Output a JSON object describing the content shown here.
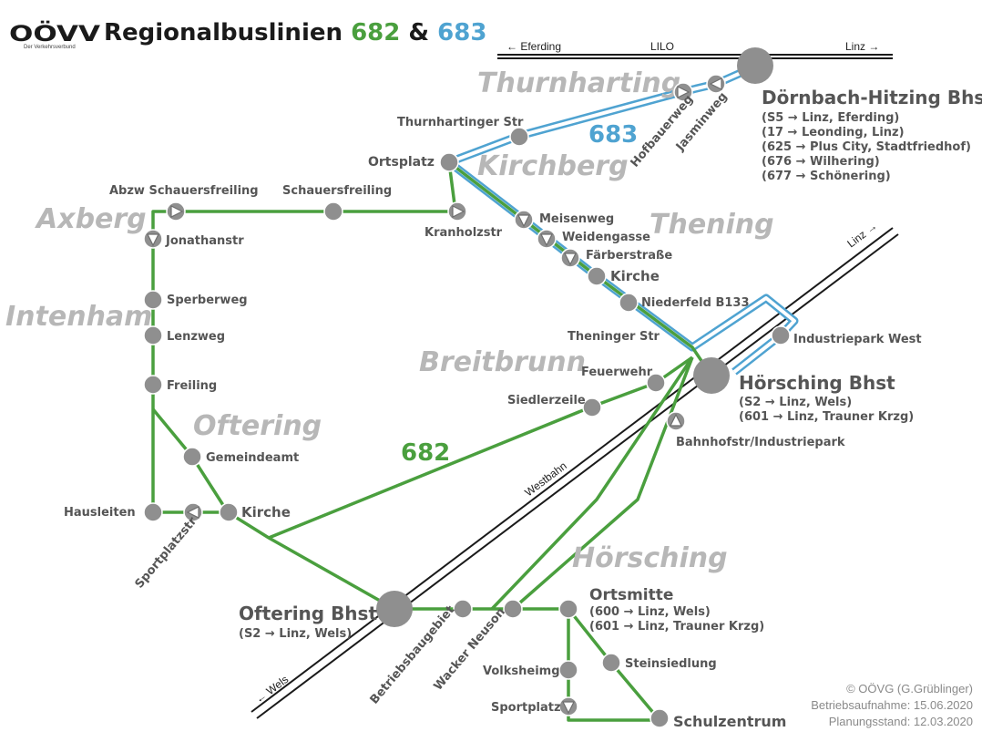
{
  "header": {
    "logo": "OÖVV",
    "logo_sub": "Der Verkehrsverbund",
    "title_prefix": "Regionalbuslinien",
    "line_a": "682",
    "amp": "&",
    "line_b": "683"
  },
  "colors": {
    "line_682": "#4a9f3e",
    "line_683": "#4fa3d1",
    "rail": "#1a1a1a",
    "stop": "#8f8f8f",
    "area_label": "#b7b7b7",
    "brand_red": "#d0021b"
  },
  "rail": {
    "lilo_left": "← Eferding",
    "lilo_mid": "LILO",
    "lilo_right": "Linz →",
    "westbahn": "Westbahn",
    "to_linz": "Linz →",
    "to_wels": "← Wels"
  },
  "areas": {
    "thurnharting": "Thurnharting",
    "kirchberg": "Kirchberg",
    "thening": "Thening",
    "axberg": "Axberg",
    "intenham": "Intenham",
    "breitbrunn": "Breitbrunn",
    "oftering": "Oftering",
    "hoersching": "Hörsching"
  },
  "line_labels": {
    "l683": "683",
    "l682": "682"
  },
  "stops": {
    "thurnhartinger_str": "Thurnhartinger Str",
    "hofbauerweg": "Hofbauerweg",
    "jasminweg": "Jasminweg",
    "ortsplatz": "Ortsplatz",
    "abzw_schauersfreiling": "Abzw Schauersfreiling",
    "schauersfreiling": "Schauersfreiling",
    "kranholzstr": "Kranholzstr",
    "jonathanstr": "Jonathanstr",
    "meisenweg": "Meisenweg",
    "weidengasse": "Weidengasse",
    "faerberstrasse": "Färberstraße",
    "kirche_thening": "Kirche",
    "niederfeld": "Niederfeld B133",
    "theninger_str": "Theninger Str",
    "industriepark_west": "Industriepark West",
    "sperberweg": "Sperberweg",
    "lenzweg": "Lenzweg",
    "freiling": "Freiling",
    "feuerwehr": "Feuerwehr",
    "siedlerzeile": "Siedlerzeile",
    "gemeindeamt": "Gemeindeamt",
    "bahnhofstr": "Bahnhofstr/Industriepark",
    "hausleiten": "Hausleiten",
    "kirche_oftering": "Kirche",
    "sportplatzstr": "Sportplatzstr",
    "betriebsbaugebiet": "Betriebsbaugebiet",
    "wacker_neuson": "Wacker Neuson",
    "volksheimg": "Volksheimg",
    "steinsiedlung": "Steinsiedlung",
    "sportplatz": "Sportplatz",
    "schulzentrum": "Schulzentrum"
  },
  "hubs": {
    "doernbach": {
      "name": "Dörnbach-Hitzing Bhst",
      "connections": [
        "(S5 → Linz, Eferding)",
        "(17 → Leonding, Linz)",
        "(625 → Plus City, Stadtfriedhof)",
        "(676 → Wilhering)",
        "(677 → Schönering)"
      ]
    },
    "hoersching": {
      "name": "Hörsching Bhst",
      "connections": [
        "(S2 → Linz, Wels)",
        "(601 → Linz, Trauner Krzg)"
      ]
    },
    "oftering": {
      "name": "Oftering Bhst",
      "connections": [
        "(S2 → Linz, Wels)"
      ]
    },
    "ortsmitte": {
      "name": "Ortsmitte",
      "connections": [
        "(600 → Linz, Wels)",
        "(601 → Linz, Trauner Krzg)"
      ]
    }
  },
  "credits": {
    "copyright": "© OÖVG (G.Grüblinger)",
    "survey": "Betriebsaufnahme: 15.06.2020",
    "planning": "Planungsstand: 12.03.2020"
  }
}
